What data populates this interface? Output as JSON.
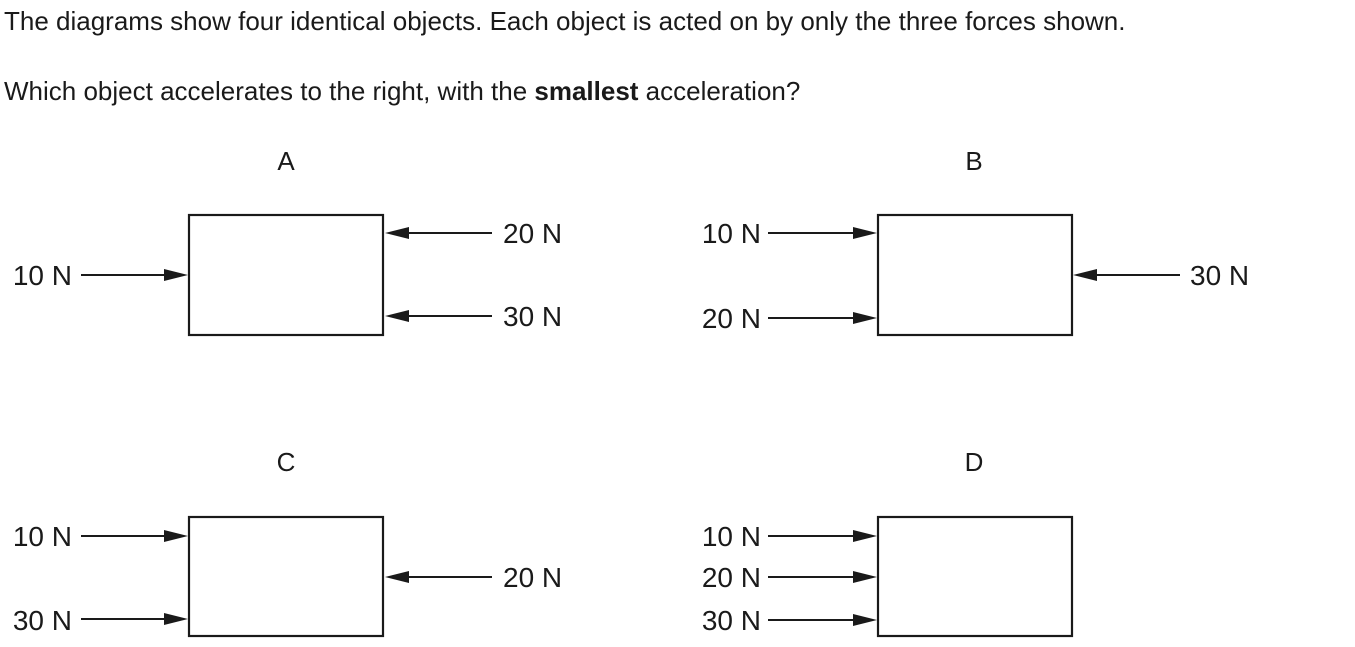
{
  "question": {
    "line1": "The diagrams show four identical objects. Each object is acted on by only the three forces shown.",
    "line2_before": "Which object accelerates to the right, with the ",
    "line2_bold": "smallest",
    "line2_after": " acceleration?"
  },
  "diagrams": {
    "A": {
      "title": "A",
      "forces": [
        {
          "label": "10 N",
          "magnitude": 10,
          "direction": "right"
        },
        {
          "label": "20 N",
          "magnitude": 20,
          "direction": "left"
        },
        {
          "label": "30 N",
          "magnitude": 30,
          "direction": "left"
        }
      ]
    },
    "B": {
      "title": "B",
      "forces": [
        {
          "label": "10 N",
          "magnitude": 10,
          "direction": "right"
        },
        {
          "label": "20 N",
          "magnitude": 20,
          "direction": "right"
        },
        {
          "label": "30 N",
          "magnitude": 30,
          "direction": "left"
        }
      ]
    },
    "C": {
      "title": "C",
      "forces": [
        {
          "label": "10 N",
          "magnitude": 10,
          "direction": "right"
        },
        {
          "label": "30 N",
          "magnitude": 30,
          "direction": "right"
        },
        {
          "label": "20 N",
          "magnitude": 20,
          "direction": "left"
        }
      ]
    },
    "D": {
      "title": "D",
      "forces": [
        {
          "label": "10 N",
          "magnitude": 10,
          "direction": "right"
        },
        {
          "label": "20 N",
          "magnitude": 20,
          "direction": "right"
        },
        {
          "label": "30 N",
          "magnitude": 30,
          "direction": "right"
        }
      ]
    }
  }
}
